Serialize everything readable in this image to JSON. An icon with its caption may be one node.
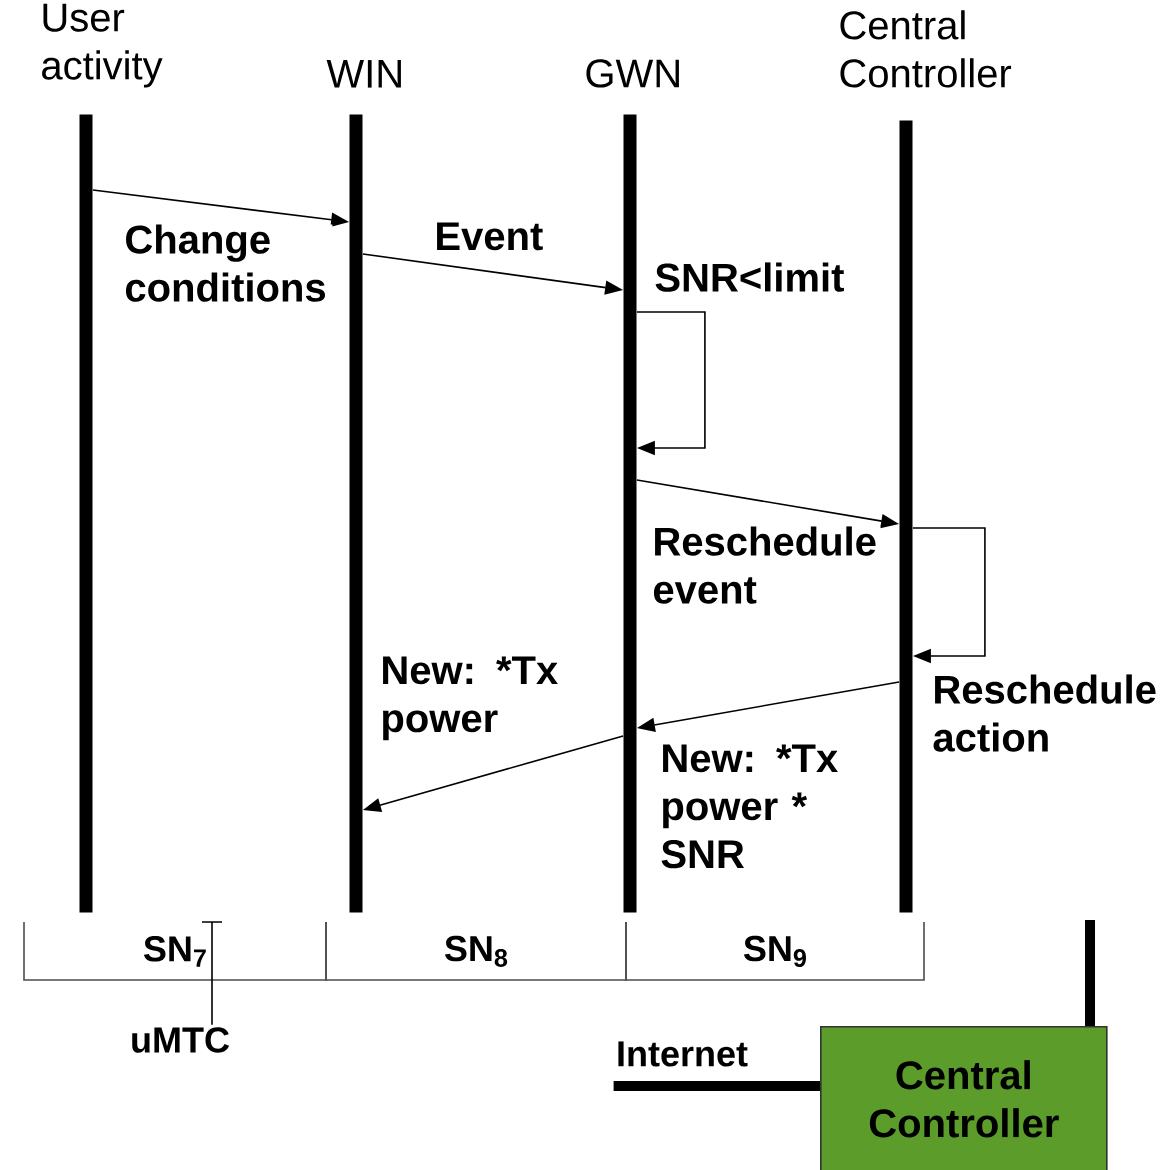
{
  "diagram": {
    "nodes": [
      {
        "text": [
          "User activity"
        ]
      },
      {
        "text": [
          "WIN"
        ]
      },
      {
        "text": [
          "GWN"
        ]
      },
      {
        "text": [
          "Central Controller"
        ]
      },
      {
        "text": [
          "uMTC"
        ]
      },
      {
        "text": [
          "Internet"
        ]
      },
      {
        "text": [
          "Central Controller"
        ]
      },
      {
        "text": [
          "SN$_{7}$"
        ]
      },
      {
        "text": [
          "SN$_{8}$"
        ]
      },
      {
        "text": [
          "SN$_{9}$"
        ]
      }
    ],
    "edges": [
      {
        "from": 0,
        "to": 1,
        "arrow": "to",
        "label": "Change conditions"
      },
      {
        "from": 1,
        "to": 2,
        "arrow": "to",
        "label": "Event"
      },
      {
        "from": 2,
        "to": 2,
        "arrow": "to",
        "label": "SNR<limit"
      },
      {
        "from": 2,
        "to": 3,
        "arrow": "to",
        "label": "Reschedule event"
      },
      {
        "from": 3,
        "to": 3,
        "arrow": "to",
        "label": "Reschedule action"
      },
      {
        "from": 3,
        "to": 2,
        "arrow": "to",
        "label": "New: *Tx power * SNR"
      },
      {
        "from": 2,
        "to": 1,
        "arrow": "to",
        "label": "New: *Tx power"
      },
      {
        "from": 4,
        "to": 7,
        "arrow": "none"
      },
      {
        "from": 6,
        "to": 5,
        "arrow": "none",
        "style": "thick"
      },
      {
        "from": 6,
        "to": null,
        "arrow": "none",
        "style": "thick"
      }
    ]
  }
}
